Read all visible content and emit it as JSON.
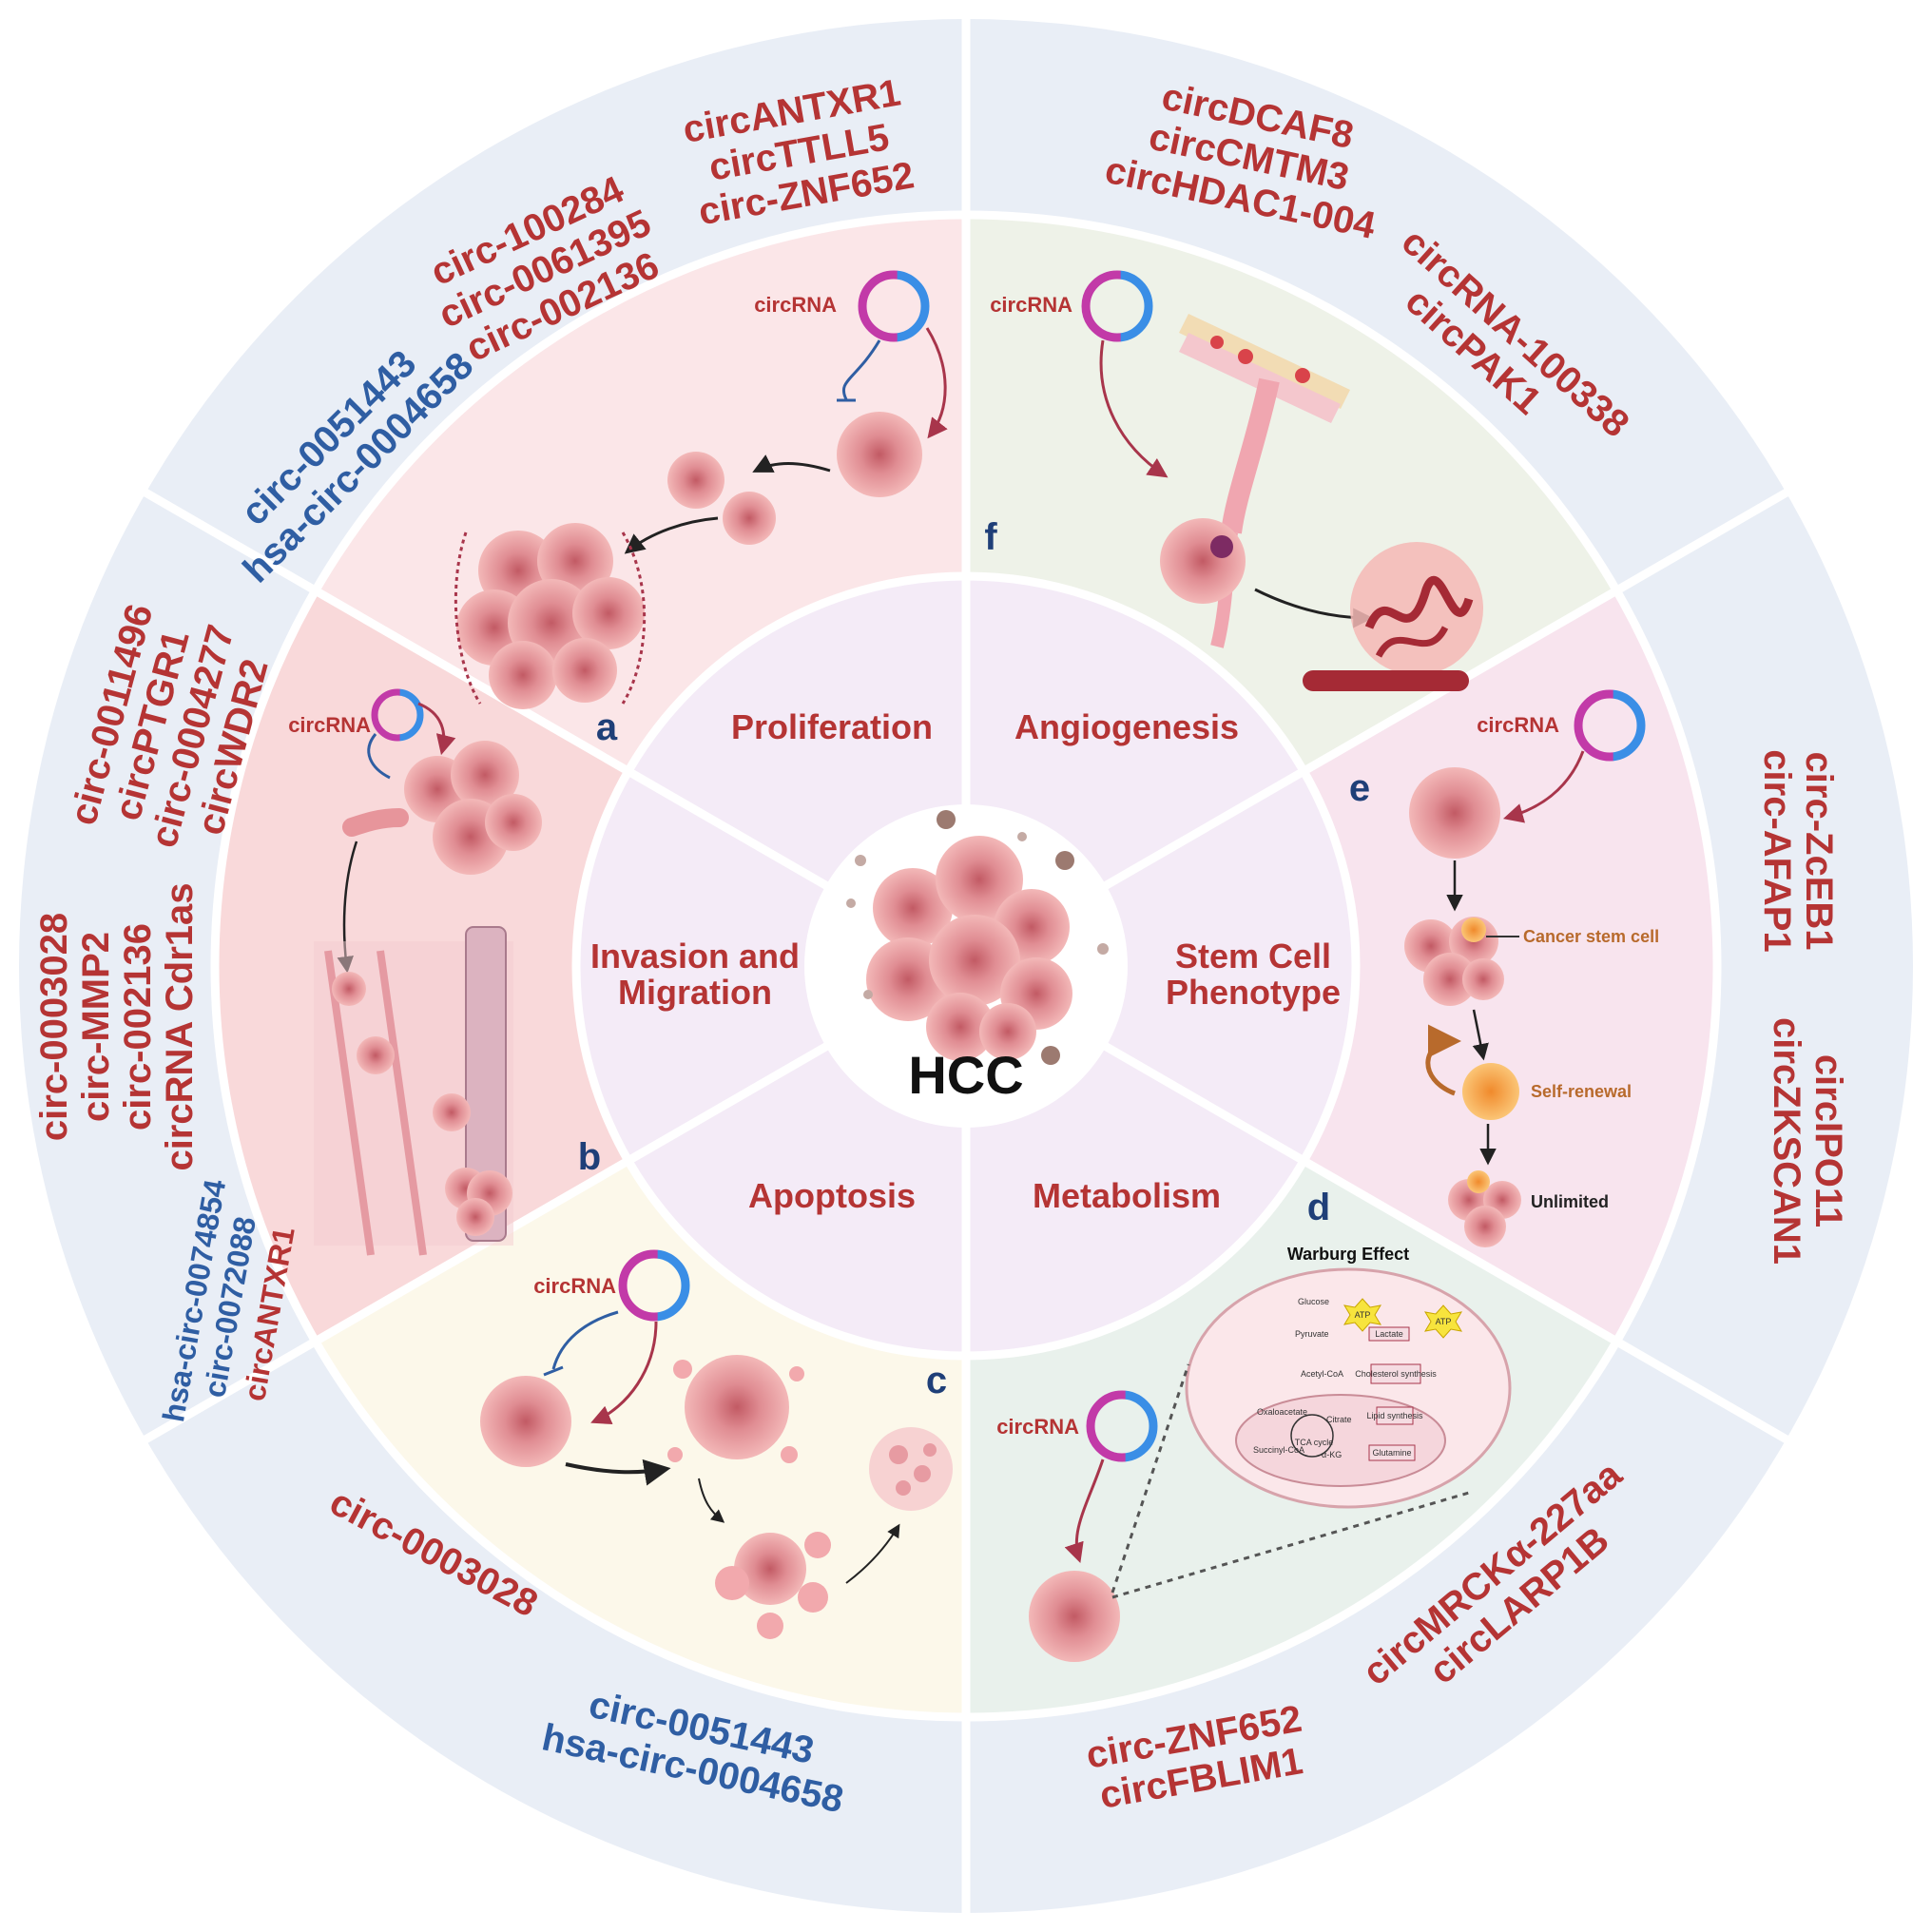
{
  "center": {
    "label": "HCC"
  },
  "circrna_label": "circRNA",
  "processes": {
    "proliferation": "Proliferation",
    "angiogenesis": "Angiogenesis",
    "stem_line1": "Stem Cell",
    "stem_line2": "Phenotype",
    "metabolism": "Metabolism",
    "apoptosis": "Apoptosis",
    "invasion_line1": "Invasion and",
    "invasion_line2": "Migration"
  },
  "panel_letters": {
    "a": "a",
    "b": "b",
    "c": "c",
    "d": "d",
    "e": "e",
    "f": "f"
  },
  "stem_panel": {
    "cancer_stem_cell": "Cancer stem cell",
    "self_renewal": "Self-renewal",
    "unlimited": "Unlimited"
  },
  "metabolism_panel": {
    "title": "Warburg Effect",
    "glucose": "Glucose",
    "atp": "ATP",
    "pyruvate": "Pyruvate",
    "lactate": "Lactate",
    "acetyl_coa": "Acetyl-CoA",
    "cholesterol": "Cholesterol synthesis",
    "citrate": "Citrate",
    "oxaloacetate": "Oxaloacetate",
    "lipid": "Lipid synthesis",
    "tca": "TCA cycle",
    "succinyl": "Succinyl-CoA",
    "akg": "α-KG",
    "glutamine": "Glutamine"
  },
  "genes": {
    "prolif_outer": [
      "circANTXR1",
      "circTTLL5",
      "circ-ZNF652"
    ],
    "prolif_mid": [
      "circ-100284",
      "circ-0061395",
      "circ-002136"
    ],
    "prolif_blue": [
      "circ-0051443",
      "hsa-circ-0004658"
    ],
    "angio_a": [
      "circDCAF8",
      "circCMTM3",
      "circHDAC1-004"
    ],
    "angio_b": [
      "circRNA-100338",
      "circPAK1"
    ],
    "stem_a": [
      "circ-ZcEB1",
      "circ-AFAP1"
    ],
    "stem_b": [
      "circIPO11",
      "circZKSCAN1"
    ],
    "metab_a": [
      "circMRCKα-227aa",
      "circLARP1B"
    ],
    "metab_b": [
      "circ-ZNF652",
      "circFBLIM1"
    ],
    "apop_red": [
      "circ-0003028"
    ],
    "apop_blue": [
      "circ-0051443",
      "hsa-circ-0004658"
    ],
    "inv_a": [
      "circ-0011496",
      "circPTGR1",
      "circ-0004277",
      "circWDR2"
    ],
    "inv_b": [
      "circ-0003028",
      "circ-MMP2",
      "circ-002136",
      "circRNA Cdr1as"
    ],
    "inv_blue": [
      "hsa-circ-0074854",
      "circ-0072088"
    ],
    "inv_red_last": [
      "circANTXR1"
    ]
  },
  "colors": {
    "red_text": "#b53434",
    "blue_text": "#2f5ea3",
    "outer_ring": "#e9eef6",
    "inner_ring": "#f3e9f5"
  }
}
